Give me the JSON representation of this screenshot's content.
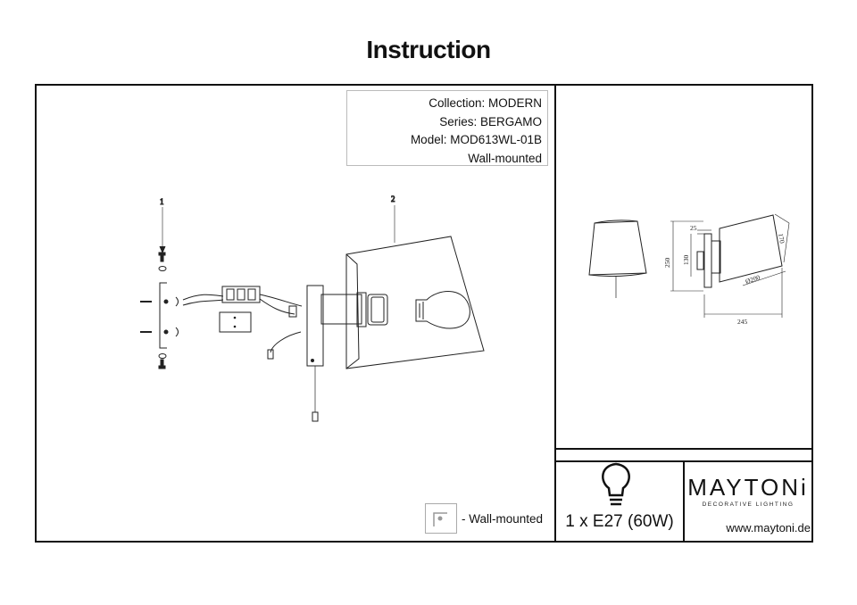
{
  "title": "Instruction",
  "info": {
    "collection": "Collection: MODERN",
    "series": "Series: BERGAMO",
    "model": "Model: MOD613WL-01B",
    "mounting": "Wall-mounted"
  },
  "diagram": {
    "part_labels": [
      "1",
      "2"
    ],
    "dimensions": {
      "d25": "25",
      "d170": "170",
      "d250": "250",
      "d130": "130",
      "d200": "Ø200",
      "d245": "245"
    }
  },
  "legend": {
    "icon": "wall-mount-icon",
    "text": "- Wall-mounted"
  },
  "bulb": {
    "icon": "light-bulb-icon",
    "spec": "1 x E27 (60W)"
  },
  "brand": {
    "name": "MAYTONi",
    "tagline": "DECORATIVE LIGHTING",
    "website": "www.maytoni.de"
  }
}
